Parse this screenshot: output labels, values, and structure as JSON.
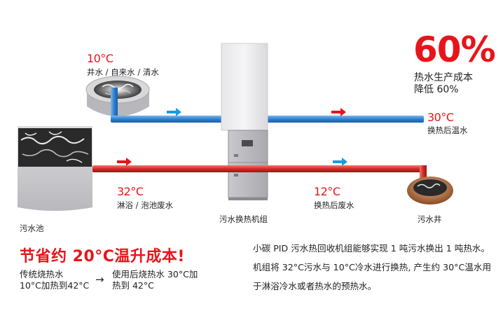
{
  "inlet": {
    "temp": "10°C",
    "label": "井水 / 自来水 / 清水"
  },
  "outlet": {
    "temp": "30°C",
    "label": "换热后温水"
  },
  "wastewater_in": {
    "temp": "32°C",
    "label": "淋浴 / 泡池废水"
  },
  "wastewater_out": {
    "temp": "12°C",
    "label": "换热后废水"
  },
  "labels": {
    "pool": "污水池",
    "unit": "污水换热机组",
    "well": "污水井"
  },
  "savings": {
    "percent": "60%",
    "line1": "热水生产成本",
    "line2": "降低 60%"
  },
  "headline": "节省约 20°C温升成本!",
  "comparison": {
    "before_line1": "传统烧热水",
    "before_line2": "10°C加热到42°C",
    "arrow": "→",
    "after_line1": "使用后烧热水 30°C加",
    "after_line2": "热到 42°C"
  },
  "description": "小碳 PID 污水热回收机组能够实现 1 吨污水换出 1 吨热水。机组将 32°C污水与 10°C冷水进行换热, 产生约 30°C温水用于淋浴冷水或者热水的预热水。",
  "colors": {
    "accent_red": "#e8141b",
    "pipe_blue": "#2f7fd0",
    "pipe_red": "#d42a2a",
    "flow_blue": "#1a9be0"
  }
}
